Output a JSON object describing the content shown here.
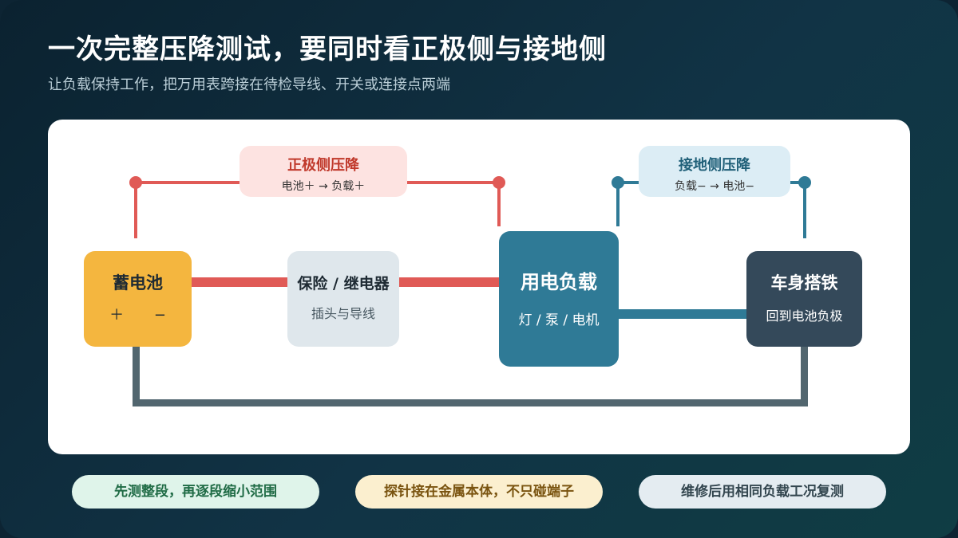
{
  "header": {
    "title": "一次完整压降测试，要同时看正极侧与接地侧",
    "subtitle": "让负载保持工作，把万用表跨接在待检导线、开关或连接点两端"
  },
  "diagram": {
    "positive_drop": {
      "title": "正极侧压降",
      "path": "电池＋ → 负载＋"
    },
    "ground_drop": {
      "title": "接地侧压降",
      "path": "负载− → 电池−"
    },
    "battery": {
      "title": "蓄电池",
      "plus": "＋",
      "minus": "−"
    },
    "fuse": {
      "title": "保险 / 继电器",
      "sub": "插头与导线"
    },
    "load": {
      "title": "用电负载",
      "sub": "灯 / 泵 / 电机"
    },
    "chassis": {
      "title": "车身搭铁",
      "sub": "回到电池负极"
    }
  },
  "footer": {
    "tip1": "先测整段，再逐段缩小范围",
    "tip2": "探针接在金属本体，不只碰端子",
    "tip3": "维修后用相同负载工况复测"
  },
  "colors": {
    "positive": "#e05a56",
    "ground": "#2f7a96",
    "battery": "#f4b63f",
    "load": "#2f7a96",
    "chassis": "#34495a",
    "return_wire": "#52666f"
  }
}
